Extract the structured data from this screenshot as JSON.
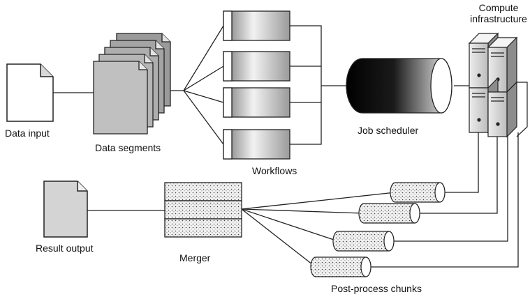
{
  "labels": {
    "data_input": "Data input",
    "data_segments": "Data segments",
    "workflows": "Workflows",
    "job_scheduler": "Job scheduler",
    "compute_line1": "Compute",
    "compute_line2": "infrastructure",
    "result_output": "Result output",
    "merger": "Merger",
    "post_process_chunks": "Post-process chunks"
  }
}
